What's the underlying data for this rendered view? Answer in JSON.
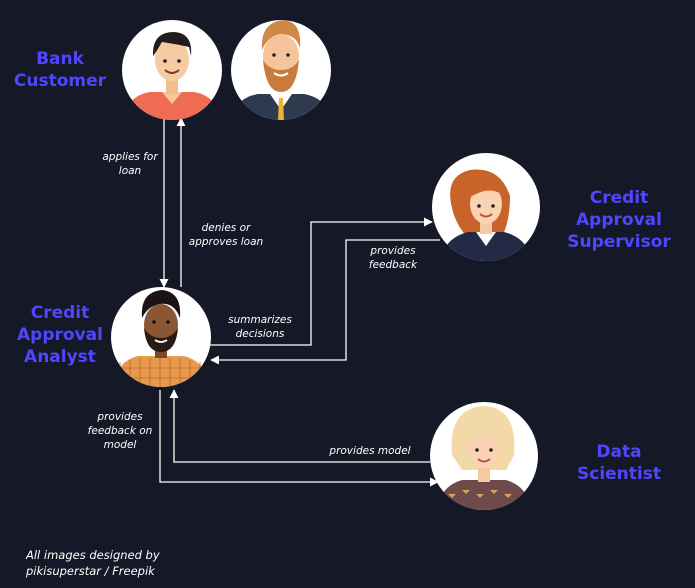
{
  "roles": {
    "bank_customer": [
      "Bank",
      "Customer"
    ],
    "analyst": [
      "Credit",
      "Approval",
      "Analyst"
    ],
    "supervisor": [
      "Credit",
      "Approval",
      "Supervisor"
    ],
    "data_scientist": [
      "Data",
      "Scientist"
    ]
  },
  "edges": {
    "applies_for_loan": [
      "applies for",
      "loan"
    ],
    "denies_or_approves": [
      "denies or",
      "approves loan"
    ],
    "summarizes_decisions": [
      "summarizes",
      "decisions"
    ],
    "provides_feedback": [
      "provides",
      "feedback"
    ],
    "feedback_on_model": [
      "provides",
      "feedback on",
      "model"
    ],
    "provides_model": [
      "provides model"
    ]
  },
  "credit": [
    "All images designed by",
    "pikisuperstar / Freepik"
  ],
  "colors": {
    "background": "#151826",
    "role_text": "#4f46ff",
    "line": "#ffffff",
    "avatar_bg": "#ffffff"
  }
}
